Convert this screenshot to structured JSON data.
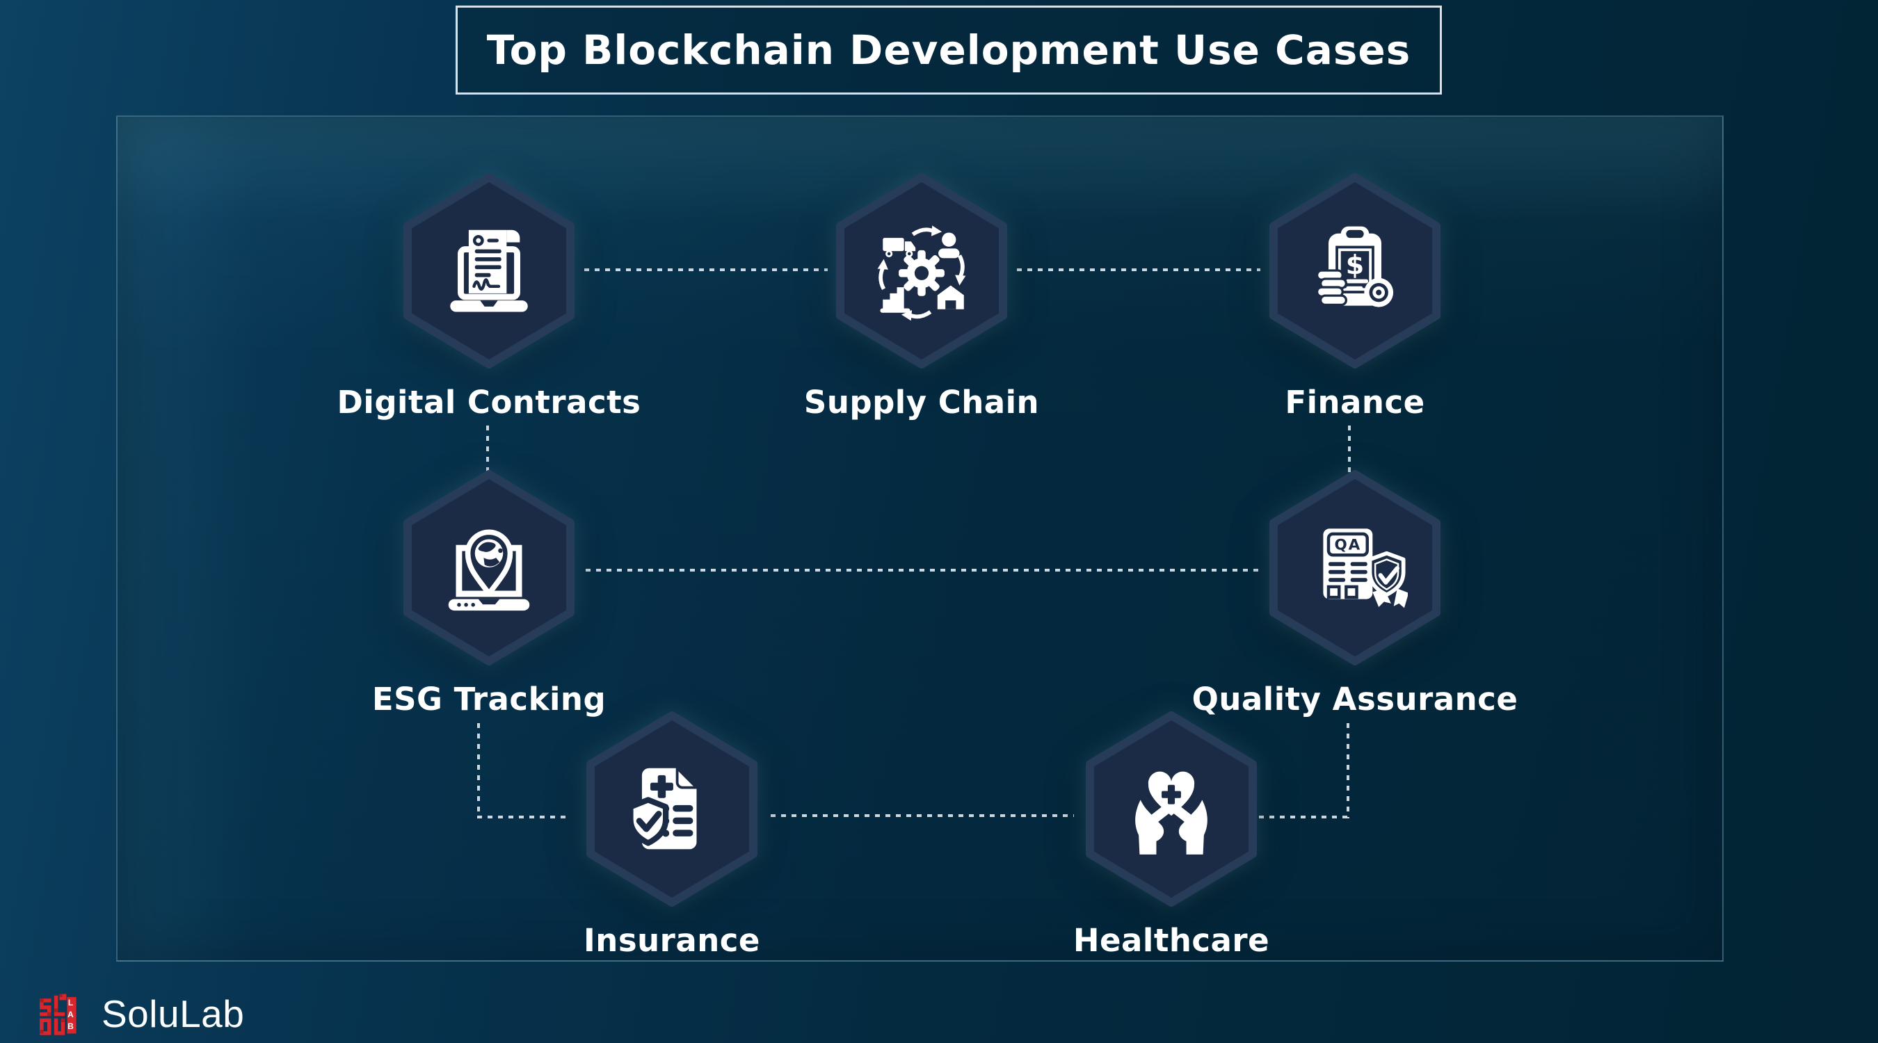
{
  "title": "Top Blockchain Development Use Cases",
  "nodes": [
    {
      "label": "Digital Contracts"
    },
    {
      "label": "Supply Chain"
    },
    {
      "label": "Finance"
    },
    {
      "label": "ESG Tracking"
    },
    {
      "label": "Quality Assurance"
    },
    {
      "label": "Insurance"
    },
    {
      "label": "Healthcare"
    }
  ],
  "icons": {
    "qa_text": "QA",
    "finance_symbol": "$"
  },
  "brand": {
    "name": "SoluLab",
    "mark_text": "LAB"
  },
  "colors": {
    "background": "#05293d",
    "hexagon_fill": "#1c2b45",
    "hexagon_rim": "#263c59",
    "icon": "#ffffff",
    "connector": "#d7e2e9",
    "text": "#ffffff",
    "accent_red": "#d8262c"
  }
}
